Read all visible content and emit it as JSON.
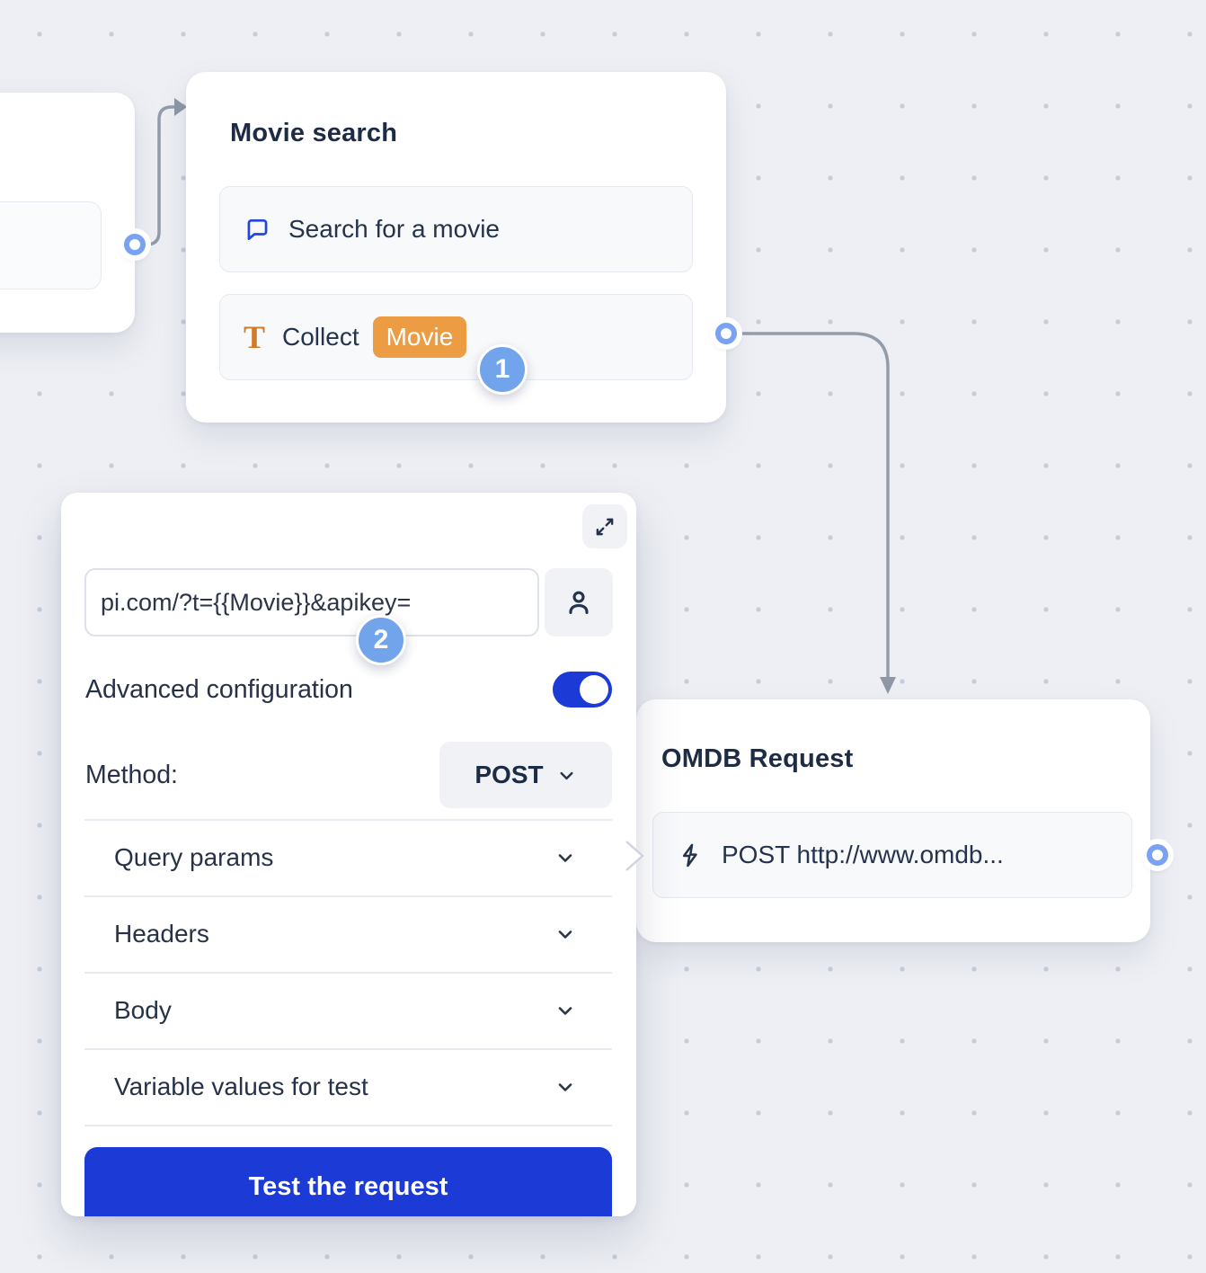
{
  "flow": {
    "movie_search": {
      "title": "Movie search",
      "item_search": "Search for a movie",
      "item_collect": "Collect",
      "collect_chip": "Movie"
    },
    "omdb": {
      "title": "OMDB Request",
      "item_request": "POST http://www.omdb..."
    }
  },
  "panel": {
    "url_value": "pi.com/?t={{Movie}}&apikey=",
    "advanced_label": "Advanced configuration",
    "advanced_on": true,
    "method_label": "Method:",
    "method_value": "POST",
    "sections": {
      "query": "Query params",
      "headers": "Headers",
      "body": "Body",
      "variables": "Variable values for test"
    },
    "test_button_label": "Test the request"
  },
  "badges": {
    "step1": "1",
    "step2": "2"
  },
  "colors": {
    "canvas_bg": "#edeff4",
    "dot_gray": "#c5cbd8",
    "accent_blue": "#1c3ad6",
    "badge_blue": "#71a4eb",
    "chip_orange": "#ec9c42",
    "icon_orange": "#cf7b2a",
    "chat_icon_blue": "#2444e0",
    "connector_gray": "#949caa",
    "port_ring_blue": "#7aa2f2",
    "title_navy": "#1e2b45"
  }
}
